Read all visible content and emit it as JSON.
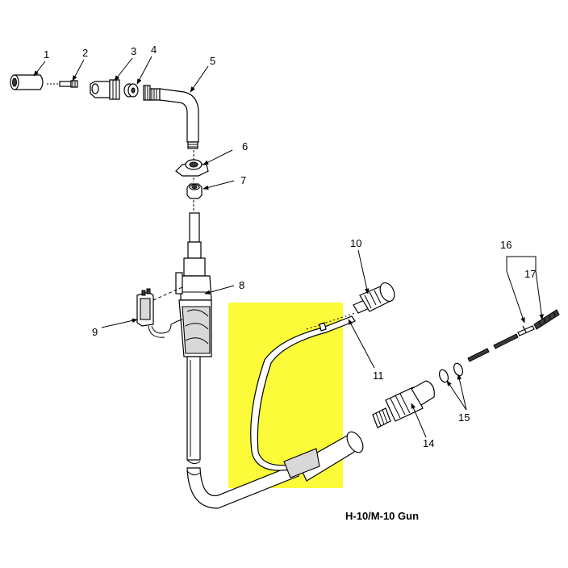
{
  "caption": "H-10/M-10 Gun",
  "callouts": [
    "1",
    "2",
    "3",
    "4",
    "5",
    "6",
    "7",
    "8",
    "9",
    "10",
    "11",
    "14",
    "15",
    "16",
    "17"
  ],
  "colors": {
    "highlight": "#fbfb3a",
    "line": "#000000",
    "part_fill": "#ffffff",
    "shade": "#d8d8d8"
  }
}
